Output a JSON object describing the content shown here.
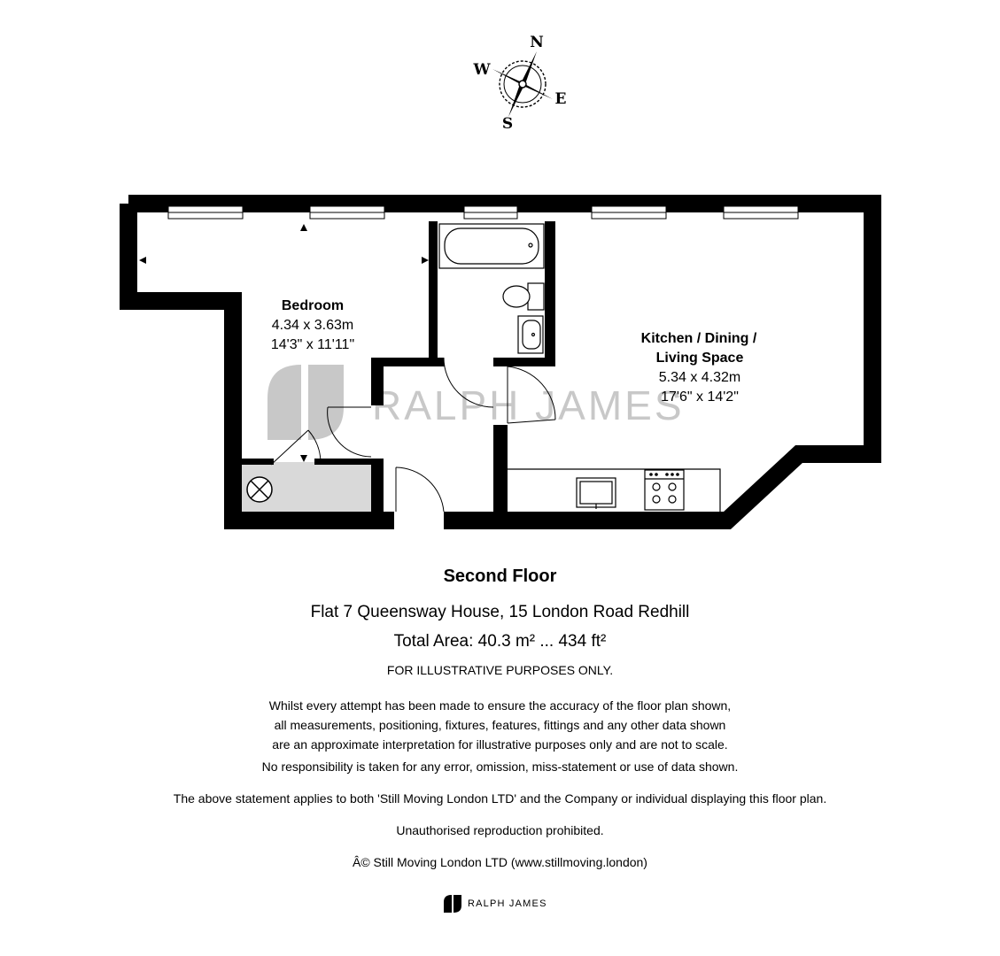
{
  "compass": {
    "n": "N",
    "s": "S",
    "e": "E",
    "w": "W"
  },
  "rooms": {
    "bedroom": {
      "name": "Bedroom",
      "metric": "4.34 x 3.63m",
      "imperial": "14'3\" x 11'11\""
    },
    "kitchen": {
      "name_line1": "Kitchen / Dining /",
      "name_line2": "Living Space",
      "metric": "5.34 x 4.32m",
      "imperial": "17'6\" x 14'2\""
    }
  },
  "watermark": "RALPH JAMES",
  "floor_title": "Second Floor",
  "address": "Flat 7 Queensway House, 15 London Road Redhill",
  "total_area": "Total Area: 40.3 m² ... 434 ft²",
  "illustrative": "FOR ILLUSTRATIVE PURPOSES ONLY.",
  "disclaimer": {
    "line1": "Whilst every attempt has been made to ensure the accuracy of the floor plan shown,",
    "line2": "all measurements, positioning, fixtures, features, fittings and any other data shown",
    "line3": "are an approximate interpretation for illustrative purposes only and are not to scale."
  },
  "responsibility": "No responsibility is taken for any error, omission, miss-statement or use of data shown.",
  "applies": "The above statement applies to both 'Still Moving London LTD' and the Company or individual displaying this floor plan.",
  "unauthorised": "Unauthorised reproduction prohibited.",
  "copyright": "Â© Still Moving London LTD (www.stillmoving.london)",
  "brand": "RALPH JAMES",
  "colors": {
    "wall": "#000000",
    "window": "#ffffff",
    "cupboard": "#d9d9d9",
    "watermark": "#c8c8c8"
  }
}
